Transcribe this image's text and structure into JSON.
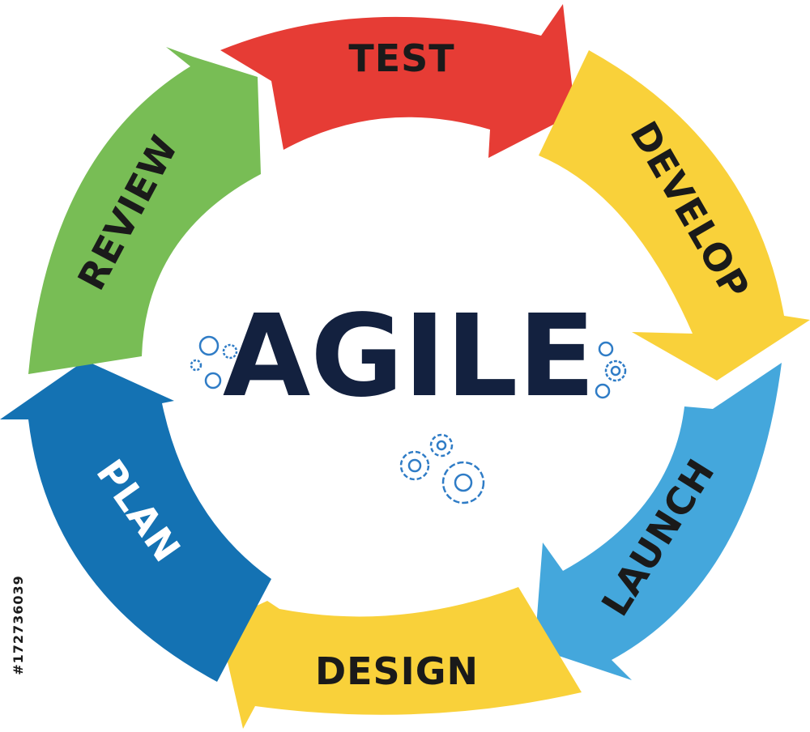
{
  "diagram": {
    "center_title": "AGILE",
    "stages": [
      {
        "id": "test",
        "label": "TEST",
        "color": "#e63c35",
        "text_color": "#1a1a1a"
      },
      {
        "id": "develop",
        "label": "DEVELOP",
        "color": "#f9d13a",
        "text_color": "#1a1a1a"
      },
      {
        "id": "launch",
        "label": "LAUNCH",
        "color": "#44a7dc",
        "text_color": "#1a1a1a"
      },
      {
        "id": "design",
        "label": "DESIGN",
        "color": "#f9d13a",
        "text_color": "#1a1a1a"
      },
      {
        "id": "plan",
        "label": "PLAN",
        "color": "#1472b3",
        "text_color": "#ffffff"
      },
      {
        "id": "review",
        "label": "REVIEW",
        "color": "#78bd55",
        "text_color": "#1a1a1a"
      }
    ],
    "title_color": "#13213f",
    "gear_color": "#2f7cc6",
    "stock_id": "#172736039"
  }
}
